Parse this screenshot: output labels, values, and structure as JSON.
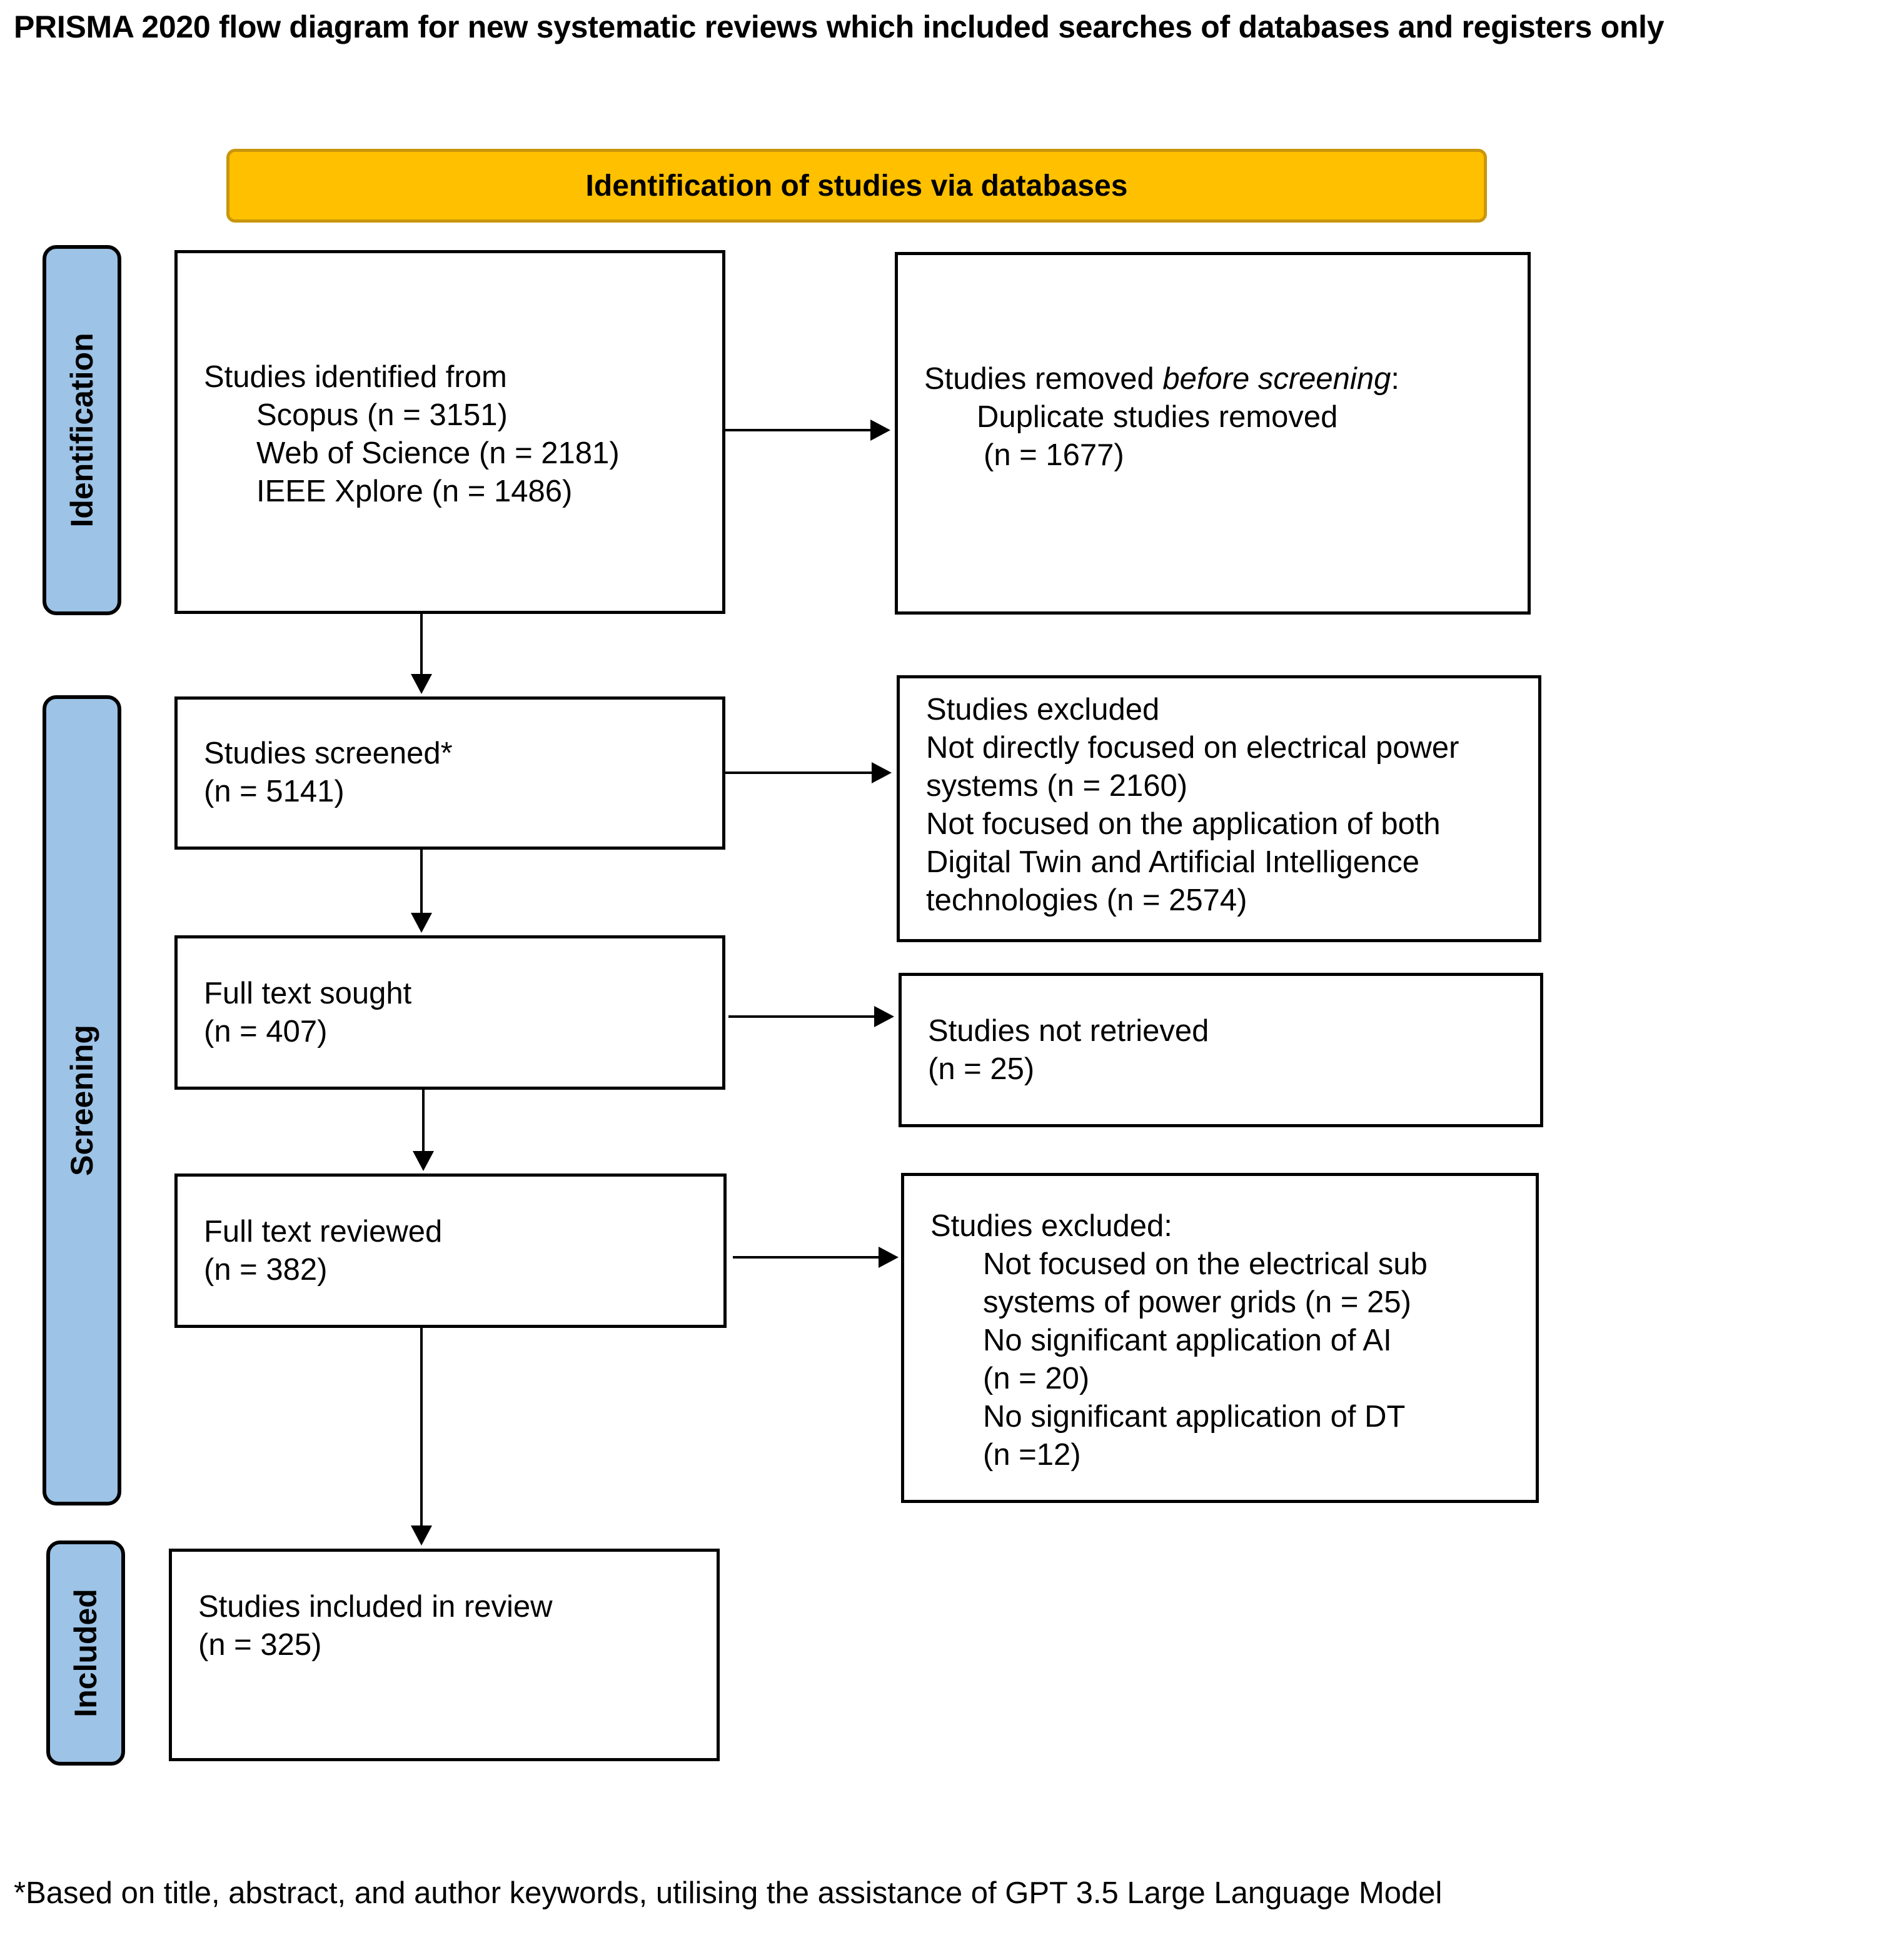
{
  "title": "PRISMA 2020 flow diagram for new systematic reviews which included searches of databases and registers only",
  "banner": "Identification of studies via databases",
  "stages": {
    "identification": "Identification",
    "screening": "Screening",
    "included": "Included"
  },
  "boxes": {
    "identified": {
      "heading": "Studies identified from",
      "sources": [
        "Scopus (n = 3151)",
        "Web of Science (n = 2181)",
        "IEEE Xplore (n = 1486)"
      ]
    },
    "removed": {
      "heading_start": "Studies removed ",
      "heading_italic": "before screening",
      "heading_end": ":",
      "line1": "Duplicate studies removed",
      "line2": "(n = 1677)"
    },
    "screened": {
      "label": "Studies screened*",
      "count": "(n = 5141)"
    },
    "excluded1": {
      "lines": [
        "Studies excluded",
        "Not directly focused on electrical power",
        "systems (n = 2160)",
        "Not focused on the application of both",
        "Digital Twin and Artificial Intelligence",
        "technologies (n = 2574)"
      ]
    },
    "sought": {
      "label": "Full text sought",
      "count": "(n = 407)"
    },
    "not_retrieved": {
      "label": "Studies not retrieved",
      "count": "(n = 25)"
    },
    "reviewed": {
      "label": "Full text reviewed",
      "count": "(n = 382)"
    },
    "excluded2": {
      "heading": "Studies excluded:",
      "lines": [
        "Not focused on the electrical sub",
        "systems of power grids (n = 25)",
        "No significant application of AI",
        "(n = 20)",
        "No significant application of DT",
        "(n =12)"
      ]
    },
    "included": {
      "label": "Studies included in review",
      "count": "(n = 325)"
    }
  },
  "footnote": "*Based on title, abstract, and author keywords, utilising the assistance of GPT 3.5 Large Language Model",
  "colors": {
    "banner": "#ffc000",
    "stage": "#9dc3e6"
  }
}
